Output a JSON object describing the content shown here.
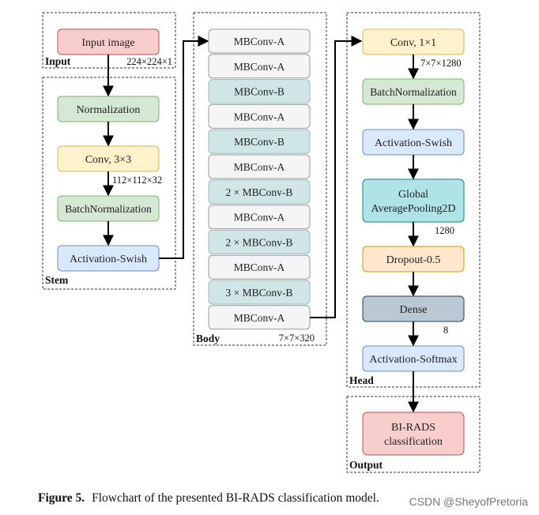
{
  "groups": {
    "input": "Input",
    "stem": "Stem",
    "body": "Body",
    "head": "Head",
    "output": "Output"
  },
  "input": {
    "image": "Input image",
    "dim": "224×224×1"
  },
  "stem": {
    "normalization": "Normalization",
    "conv": "Conv, 3×3",
    "conv_dim": "112×112×32",
    "batchnorm": "BatchNormalization",
    "activation": "Activation-Swish"
  },
  "body": {
    "blocks": [
      "MBConv-A",
      "MBConv-A",
      "MBConv-B",
      "MBConv-A",
      "MBConv-B",
      "MBConv-A",
      "2 × MBConv-B",
      "MBConv-A",
      "2 × MBConv-B",
      "MBConv-A",
      "3 × MBConv-B",
      "MBConv-A"
    ],
    "dim": "7×7×320"
  },
  "head": {
    "conv": "Conv, 1×1",
    "conv_dim": "7×7×1280",
    "batchnorm": "BatchNormalization",
    "activation_swish": "Activation-Swish",
    "gap_line1": "Global",
    "gap_line2": "AveragePooling2D",
    "gap_dim": "1280",
    "dropout": "Dropout-0.5",
    "dense": "Dense",
    "dense_dim": "8",
    "softmax": "Activation-Softmax"
  },
  "output": {
    "line1": "BI-RADS",
    "line2": "classification"
  },
  "caption": {
    "label": "Figure 5.",
    "text": "Flowchart of the presented BI-RADS classification model."
  },
  "watermark": "CSDN @SheyofPretoria",
  "colors": {
    "red_fill": "#f8cecc",
    "red_stroke": "#b85450",
    "green_fill": "#d5e8d4",
    "green_stroke": "#82b366",
    "yellow_fill": "#fff2cc",
    "yellow_stroke": "#d6b656",
    "blue_fill": "#dae8fc",
    "blue_stroke": "#6c8ebf",
    "gray_fill": "#f5f5f5",
    "gray_stroke": "#666666",
    "teal_fill": "#d0e6e6",
    "teal_stroke": "#9cb8b8",
    "cyan_fill": "#b0e3e6",
    "cyan_stroke": "#0e8088",
    "orange_fill": "#ffe6cc",
    "orange_stroke": "#d79b00",
    "slate_fill": "#bac8d3",
    "slate_stroke": "#23445d"
  }
}
